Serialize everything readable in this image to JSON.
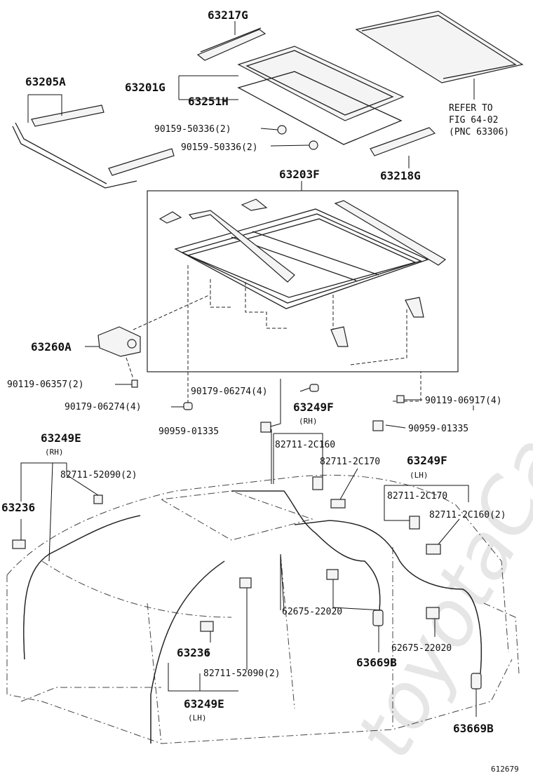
{
  "watermark": "toyotaCarline.ru",
  "diagram_id": "612679",
  "callouts": {
    "p63217G": "63217G",
    "p63205A": "63205A",
    "p63201G": "63201G",
    "p63251H": "63251H",
    "p90159a": "90159-50336(2)",
    "p90159b": "90159-50336(2)",
    "refer1": "REFER TO",
    "refer2": "FIG 64-02",
    "refer3": "(PNC 63306)",
    "p63218G": "63218G",
    "p63203F": "63203F",
    "p63260A": "63260A",
    "p90119a": "90119-06357(2)",
    "p90179a": "90179-06274(4)",
    "p90179b": "90179-06274(4)",
    "p90119b": "90119-06917(4)",
    "p63249F_rh": "63249F",
    "rh1": "(RH)",
    "p90959a": "90959-01335",
    "p90959b": "90959-01335",
    "p63249E_rh": "63249E",
    "rh2": "(RH)",
    "p82711_2c160a": "82711-2C160",
    "p82711_2c170a": "82711-2C170",
    "p63249F_lh": "63249F",
    "lh1": "(LH)",
    "p82711_52090a": "82711-52090(2)",
    "p63236a": "63236",
    "p82711_2c170b": "82711-2C170",
    "p82711_2c160b": "82711-2C160(2)",
    "p62675a": "62675-22020",
    "p63669Ba": "63669B",
    "p62675b": "62675-22020",
    "p63236b": "63236",
    "p82711_52090b": "82711-52090(2)",
    "p63249E_lh": "63249E",
    "lh2": "(LH)",
    "p63669Bb": "63669B"
  }
}
